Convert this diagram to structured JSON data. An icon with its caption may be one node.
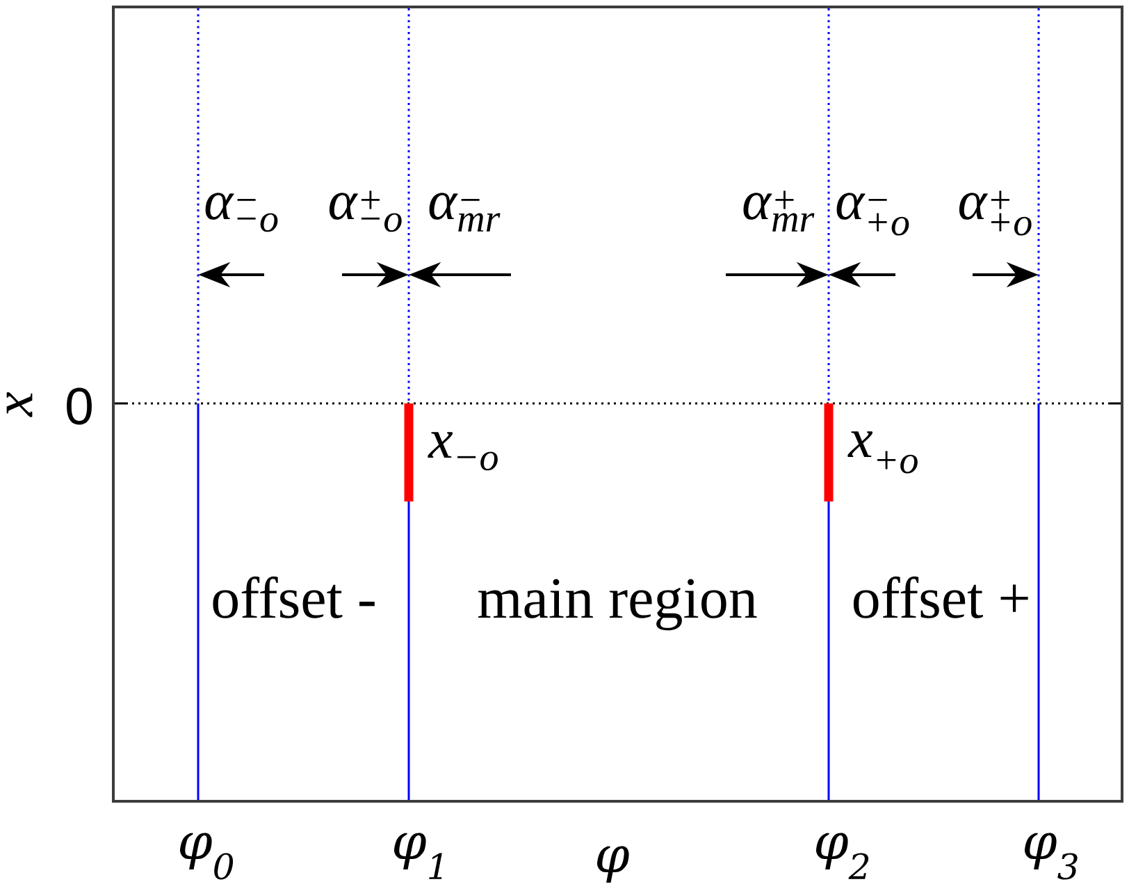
{
  "diagram": {
    "labels": [
      "α$^{−}$$_{−o}$",
      "α$^{+}$$_{−o}$",
      "α$^{−}$$_{mr}$",
      "α$^{+}$$_{mr}$",
      "α$^{−}$$_{+o}$",
      "α$^{+}$$_{+o}$",
      "x",
      "0",
      "x$_{−o}$",
      "x$_{+o}$",
      "offset -",
      "main region",
      "offset +",
      "φ$_{0}$",
      "φ$_{1}$",
      "φ",
      "φ$_{2}$",
      "φ$_{3}$"
    ]
  }
}
